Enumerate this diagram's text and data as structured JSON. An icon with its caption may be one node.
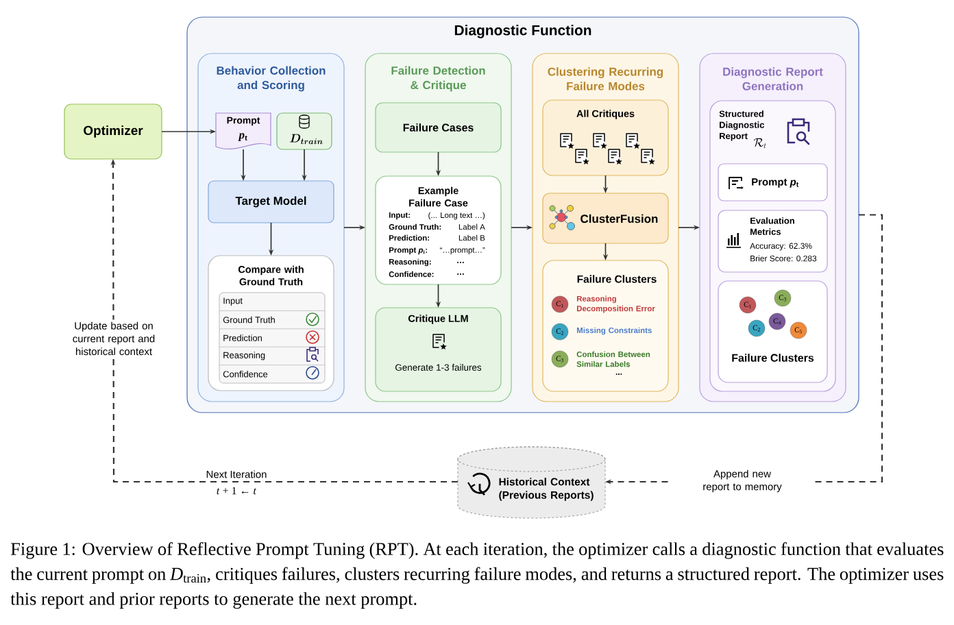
{
  "diagram": {
    "caption": "Figure 1: Overview of Reflective Prompt Tuning (RPT). At each iteration, the optimizer calls a diagnostic function that evaluates the current prompt on *D*$_{train}$, critiques failures, clusters recurring failure modes, and returns a structured report. The optimizer uses this report and prior reports to generate the next prompt.",
    "nodes": [
      {
        "text": [
          "Diagnostic Function"
        ]
      },
      {
        "text": [
          "Behavior Collection and Scoring"
        ],
        "in": 0
      },
      {
        "text": [
          "Prompt",
          "*p*$_{t}$"
        ],
        "in": 1
      },
      {
        "text": [
          "D_{train}"
        ],
        "in": 1
      },
      {
        "text": [
          "Target Model"
        ],
        "in": 1
      },
      {
        "text": [
          "Compare with Ground Truth",
          "Input",
          "Ground Truth",
          "Prediction",
          "Reasoning",
          "Confidence"
        ],
        "in": 1
      },
      {
        "text": [
          "Failure Detection & Critique"
        ],
        "in": 0
      },
      {
        "text": [
          "Failure Cases"
        ],
        "in": 6
      },
      {
        "text": [
          "Example Failure Case",
          "Input:",
          "(... Long text …)",
          "Ground Truth:",
          "Label A",
          "Prediction:",
          "Label B",
          "Prompt *p*$_{i}$:",
          "“…prompt…”",
          "Reasoning:",
          "…",
          "Confidence:",
          "…"
        ],
        "in": 6
      },
      {
        "text": [
          "Critique LLM",
          "Generate 1-3 failures"
        ],
        "in": 6
      },
      {
        "text": [
          "Clustering Recurring Failure Modes"
        ],
        "in": 0
      },
      {
        "text": [
          "All Critiques"
        ],
        "in": 10
      },
      {
        "text": [
          "ClusterFusion"
        ],
        "in": 10
      },
      {
        "text": [
          "Failure Clusters",
          "Reasoning Decomposition Error",
          "Missing Constraints",
          "Confusion Between Similar Labels",
          "..."
        ],
        "in": 10
      },
      {
        "text": [
          "C$_{1}$"
        ],
        "in": 13
      },
      {
        "text": [
          "C$_{2}$"
        ],
        "in": 13
      },
      {
        "text": [
          "C$_{3}$"
        ],
        "in": 13
      },
      {
        "text": [
          "Diagnostic Report Generation"
        ],
        "in": 0
      },
      {
        "text": [
          "Structured Diagnostic Report",
          "\\mathcal{R}_t"
        ],
        "in": 17
      },
      {
        "text": [
          "Prompt *p*$_{t}$"
        ],
        "in": 18
      },
      {
        "text": [
          "Evaluation Metrics",
          "Accuracy: 62.3%",
          "Brier Score: 0.283"
        ],
        "in": 18
      },
      {
        "text": [
          "Failure Clusters"
        ],
        "in": 18
      },
      {
        "text": [
          "C$_{1}$"
        ],
        "in": 21
      },
      {
        "text": [
          "C$_{3}$"
        ],
        "in": 21
      },
      {
        "text": [
          "C$_{4}$"
        ],
        "in": 21
      },
      {
        "text": [
          "C$_{2}$"
        ],
        "in": 21
      },
      {
        "text": [
          "C$_{5}$"
        ],
        "in": 21
      },
      {
        "text": [
          "Optimizer"
        ]
      },
      {
        "text": [
          "Historical Context (Previous Reports)"
        ]
      }
    ],
    "edges": [
      {
        "from": 27,
        "to": 2,
        "arrow": "to"
      },
      {
        "from": 2,
        "to": 4,
        "arrow": "to"
      },
      {
        "from": 3,
        "to": 4,
        "arrow": "to"
      },
      {
        "from": 4,
        "to": 5,
        "arrow": "to"
      },
      {
        "from": 1,
        "to": 6,
        "arrow": "to"
      },
      {
        "from": 7,
        "to": 8,
        "arrow": "to"
      },
      {
        "from": 8,
        "to": 9,
        "arrow": "to"
      },
      {
        "from": 6,
        "to": 10,
        "arrow": "to"
      },
      {
        "from": 11,
        "to": 12,
        "arrow": "to"
      },
      {
        "from": 12,
        "to": 13,
        "arrow": "to"
      },
      {
        "from": 10,
        "to": 17,
        "arrow": "to"
      },
      {
        "from": 0,
        "to": 28,
        "arrow": "to",
        "style": "dashed",
        "label": "Append new report to memory"
      },
      {
        "from": 28,
        "to": 27,
        "arrow": "to",
        "style": "dashed",
        "label": "Update based on current report and historical context"
      }
    ],
    "labels": [
      "Next Iteration",
      "*t* + 1 ← *t*"
    ]
  }
}
